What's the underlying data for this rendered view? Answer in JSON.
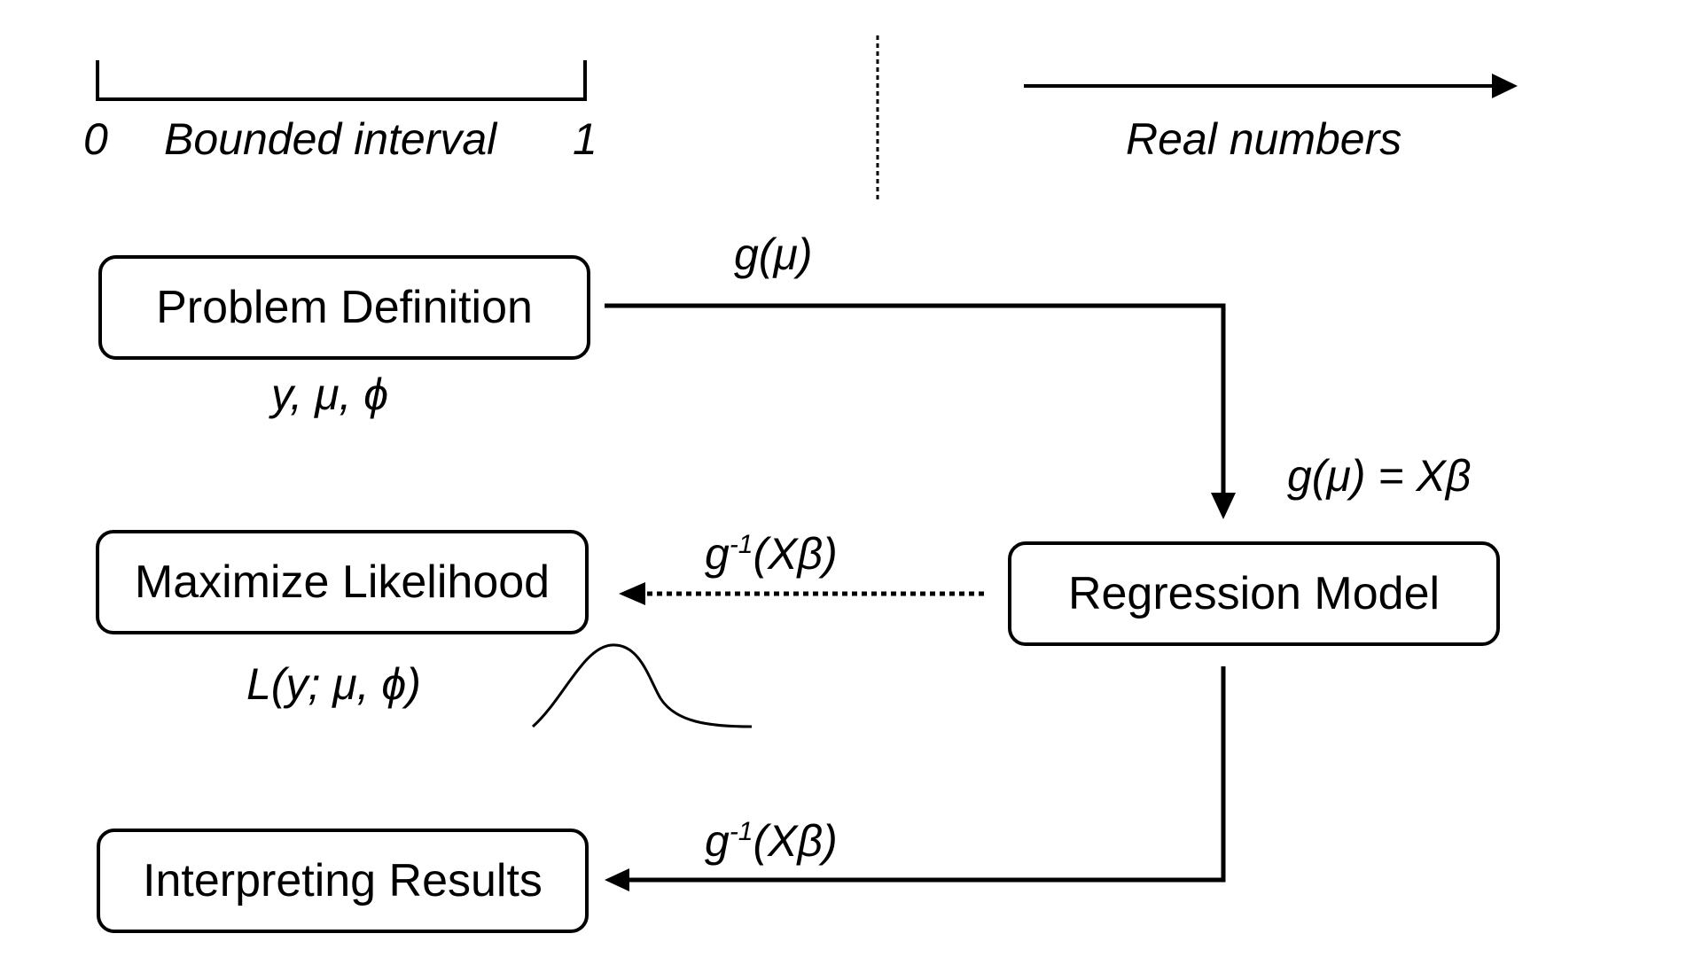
{
  "scale": {
    "left_tick_label": "0",
    "interval_label": "Bounded interval",
    "right_tick_label": "1",
    "real_label": "Real numbers"
  },
  "boxes": {
    "problem": "Problem Definition",
    "likelihood": "Maximize Likelihood",
    "regression": "Regression Model",
    "results": "Interpreting Results"
  },
  "annotations": {
    "problem_params": "y, μ, ϕ",
    "likelihood_func": "L(y; μ, ϕ)",
    "link": "g(μ)",
    "linear_eq": "g(μ) = Xβ",
    "inv_base": "g",
    "inv_exp": "-1",
    "inv_arg": "(Xβ)"
  }
}
